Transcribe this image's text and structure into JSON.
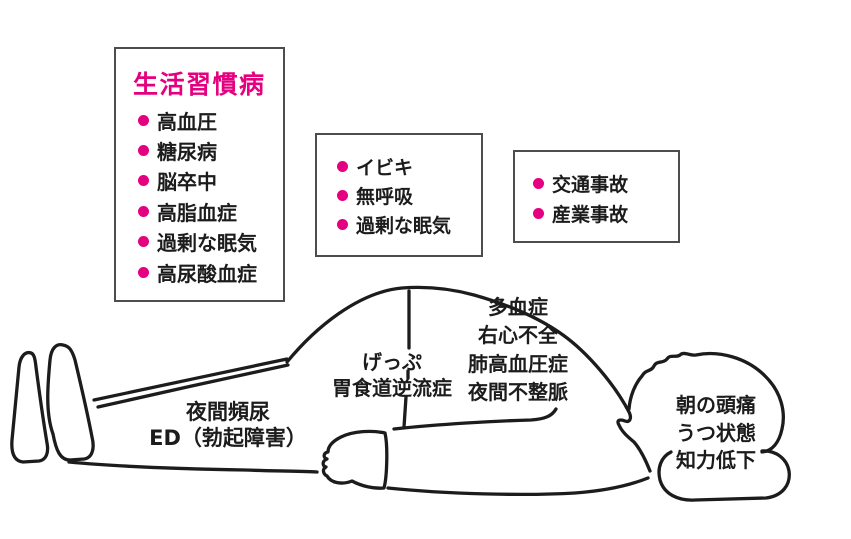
{
  "colors": {
    "accent": "#e4007f",
    "ink": "#1c1c1c",
    "border": "#4d4d4d",
    "background": "#ffffff"
  },
  "boxes": {
    "lifestyle": {
      "title": "生活習慣病",
      "items": [
        "高血圧",
        "糖尿病",
        "脳卒中",
        "高脂血症",
        "過剰な眠気",
        "高尿酸血症"
      ]
    },
    "symptoms": {
      "items": [
        "イビキ",
        "無呼吸",
        "過剰な眠気"
      ]
    },
    "accidents": {
      "items": [
        "交通事故",
        "産業事故"
      ]
    }
  },
  "figure_labels": {
    "reflux": {
      "lines": [
        "げっぷ",
        "胃食道逆流症"
      ]
    },
    "cardio": {
      "lines": [
        "多血症",
        "右心不全",
        "肺高血圧症",
        "夜間不整脈"
      ]
    },
    "nocturia": {
      "lines": [
        "夜間頻尿",
        "ED（勃起障害）"
      ]
    },
    "head": {
      "lines": [
        "朝の頭痛",
        "うつ状態",
        "知力低下"
      ]
    }
  }
}
